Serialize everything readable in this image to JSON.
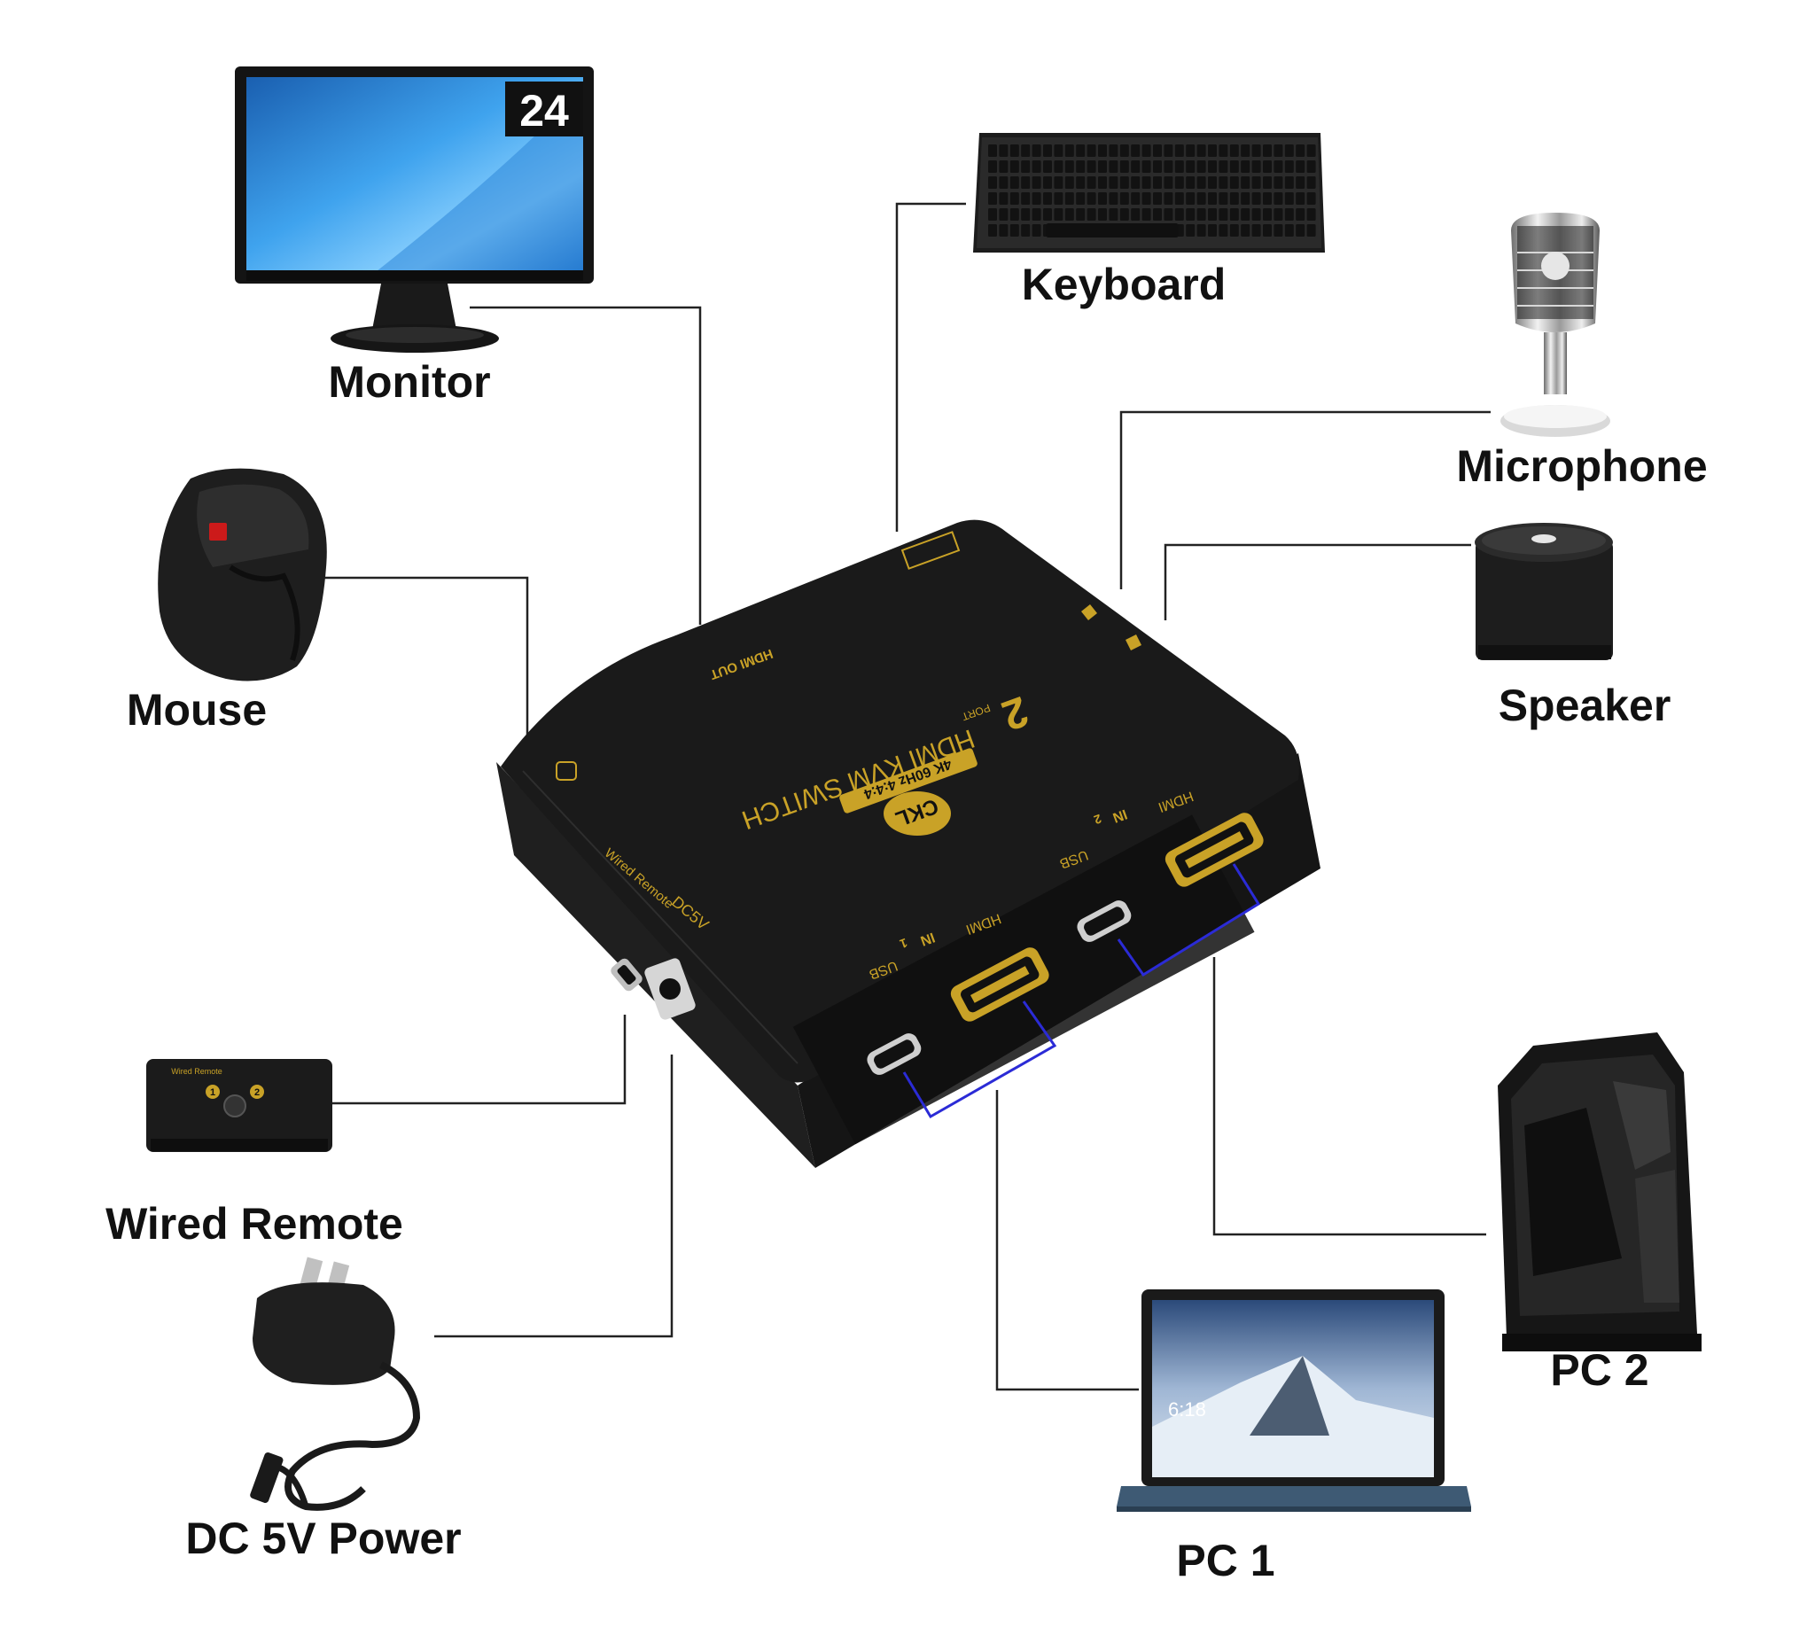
{
  "diagram": {
    "colors": {
      "line": "#222222",
      "link": "#2b2bd6",
      "device": "#1b1b1b",
      "gold": "#c9a227"
    },
    "devices": {
      "monitor": {
        "label": "Monitor",
        "badge": "24"
      },
      "keyboard": {
        "label": "Keyboard"
      },
      "microphone": {
        "label": "Microphone"
      },
      "mouse": {
        "label": "Mouse"
      },
      "speaker": {
        "label": "Speaker"
      },
      "wired_remote": {
        "label": "Wired Remote",
        "device_caption": "Wired Remote",
        "buttons": [
          "1",
          "2"
        ]
      },
      "dc_power": {
        "label": "DC 5V Power"
      },
      "pc1": {
        "label": "PC 1",
        "screen_time": "6:18"
      },
      "pc2": {
        "label": "PC 2"
      }
    },
    "switch": {
      "title": "HDMI KVM SWITCH",
      "port_count": "2",
      "port_word": "PORT",
      "spec": "4K 60Hz 4:4:4",
      "brand": "CKL",
      "hdmi_out": "HDMI OUT",
      "wired_remote_port": "Wired Remote",
      "dc_port": "DC5V",
      "in1_hdmi": "HDMI",
      "in1_label": "IN",
      "in1_num": "1",
      "in1_usb": "USB",
      "in2_hdmi": "HDMI",
      "in2_label": "IN",
      "in2_num": "2",
      "in2_usb": "USB"
    }
  }
}
